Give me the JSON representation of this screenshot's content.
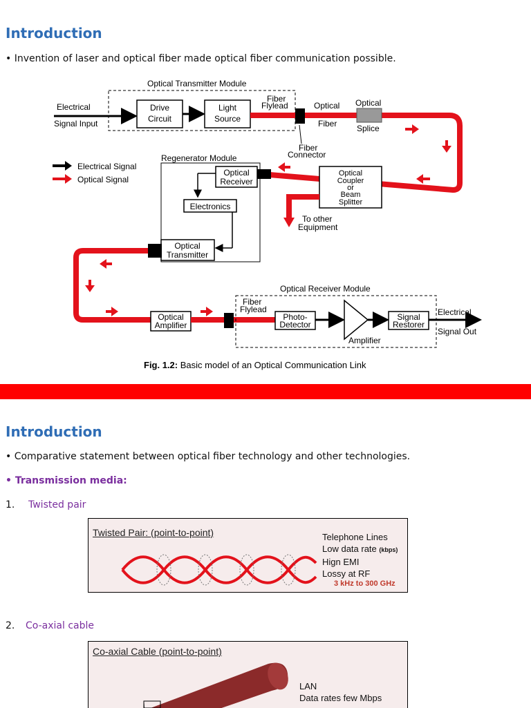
{
  "slide1": {
    "heading": "Introduction",
    "bullet": "• Invention of laser and optical fiber made optical fiber communication possible.",
    "figure": {
      "transmitter_module": "Optical Transmitter Module",
      "electrical": "Electrical",
      "signal_input": "Signal Input",
      "drive1": "Drive",
      "drive2": "Circuit",
      "light1": "Light",
      "light2": "Source",
      "fiber_flylead1": "Fiber",
      "fiber_flylead2": "Flylead",
      "optical_fiber1": "Optical",
      "optical_fiber2": "Fiber",
      "splice1": "Optical",
      "splice2": "Splice",
      "connector1": "Fiber",
      "connector2": "Connector",
      "legend_electrical": "Electrical Signal",
      "legend_optical": "Optical Signal",
      "regenerator": "Regenerator Module",
      "opt_receiver1": "Optical",
      "opt_receiver2": "Receiver",
      "electronics": "Electronics",
      "coupler1": "Optical",
      "coupler2": "Coupler",
      "coupler3": "or",
      "coupler4": "Beam",
      "coupler5": "Splitter",
      "other1": "To other",
      "other2": "Equipment",
      "opt_tx1": "Optical",
      "opt_tx2": "Transmitter",
      "receiver_module": "Optical Receiver Module",
      "amp1": "Optical",
      "amp2": "Amplifier",
      "flylead_b1": "Fiber",
      "flylead_b2": "Flylead",
      "photo1": "Photo-",
      "photo2": "Detector",
      "amplifier": "Amplifier",
      "restorer1": "Signal",
      "restorer2": "Restorer",
      "elec_out1": "Electrical",
      "elec_out2": "Signal Out",
      "caption_bold": "Fig. 1.2:",
      "caption_rest": " Basic model of an Optical Communication Link"
    }
  },
  "slide2": {
    "heading": "Introduction",
    "bullet": "• Comparative statement between optical fiber technology and other technologies.",
    "media_label": "• Transmission media:",
    "item1_num": "1.",
    "item1_label": "Twisted pair",
    "twisted": {
      "title": "Twisted Pair: (point-to-point)",
      "line1": "Telephone Lines",
      "line2": "Low data rate ",
      "line2_small": "(kbps)",
      "line3": "Hign EMI",
      "line4": "Lossy at RF",
      "freq": "3 kHz to 300 GHz"
    },
    "item2_num": "2.",
    "item2_label": "Co-axial cable",
    "coax": {
      "title": "Co-axial Cable (point-to-point)",
      "line1": "LAN",
      "line2": "Data rates few Mbps"
    }
  },
  "colors": {
    "heading": "#2f6db5",
    "separator": "#ff0000",
    "optical": "#e3121b",
    "purple": "#7a2e9e"
  }
}
